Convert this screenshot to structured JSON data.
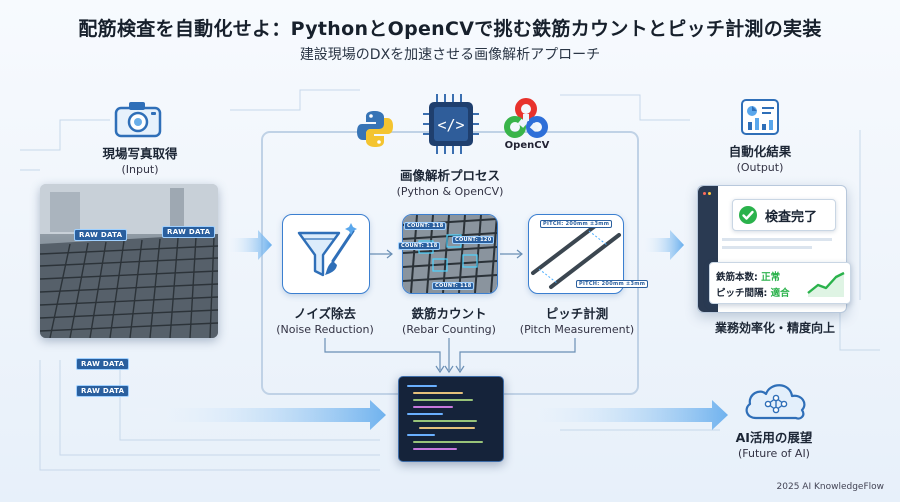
{
  "header": {
    "title": "配筋検査を自動化せよ：PythonとOpenCVで挑む鉄筋カウントとピッチ計測の実装",
    "subtitle": "建設現場のDXを加速させる画像解析アプローチ"
  },
  "input": {
    "label": "現場写真取得",
    "label_en": "(Input)",
    "tags": [
      "RAW DATA",
      "RAW DATA",
      "RAW DATA",
      "RAW DATA"
    ]
  },
  "process": {
    "label": "画像解析プロセス",
    "label_en": "(Python & OpenCV)",
    "opencv_label": "OpenCV",
    "stages": [
      {
        "label": "ノイズ除去",
        "label_en": "(Noise Reduction)"
      },
      {
        "label": "鉄筋カウント",
        "label_en": "(Rebar Counting)",
        "tags": [
          "COUNT: 118",
          "COUNT: 118",
          "COUNT: 120",
          "COUNT: 118"
        ]
      },
      {
        "label": "ピッチ計測",
        "label_en": "(Pitch Measurement)",
        "tags": [
          "PITCH: 200mm ±3mm",
          "PITCH: 200mm ±3mm"
        ]
      }
    ]
  },
  "output": {
    "label": "自動化結果",
    "label_en": "(Output)",
    "check_label": "検査完了",
    "count_label": "鉄筋本数:",
    "count_value": "正常",
    "pitch_label": "ピッチ間隔:",
    "pitch_value": "適合",
    "benefit": "業務効率化・精度向上"
  },
  "future": {
    "label": "AI活用の展望",
    "label_en": "(Future of AI)"
  },
  "footer": "2025 AI KnowledgeFlow",
  "colors": {
    "accent": "#2f7fd6",
    "success_green": "#2bb24c",
    "arrow_light": "#a9d2f5"
  }
}
